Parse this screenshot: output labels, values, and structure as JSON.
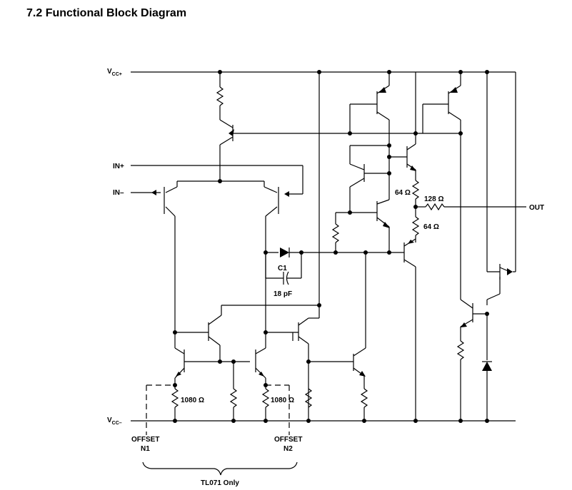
{
  "heading": "7.2  Functional Block Diagram",
  "labels": {
    "vcc_plus_main": "V",
    "vcc_plus_sub": "CC+",
    "vcc_minus_main": "V",
    "vcc_minus_sub": "CC–",
    "in_plus": "IN+",
    "in_minus": "IN–",
    "out": "OUT",
    "c1": "C1",
    "c1_value": "18 pF",
    "r_64_upper": "64 Ω",
    "r_64_lower": "64 Ω",
    "r_128": "128 Ω",
    "r_1080_left": "1080 Ω",
    "r_1080_right": "1080 Ω",
    "offset_n1_line1": "OFFSET",
    "offset_n1_line2": "N1",
    "offset_n2_line1": "OFFSET",
    "offset_n2_line2": "N2",
    "tl071_note": "TL071 Only"
  }
}
